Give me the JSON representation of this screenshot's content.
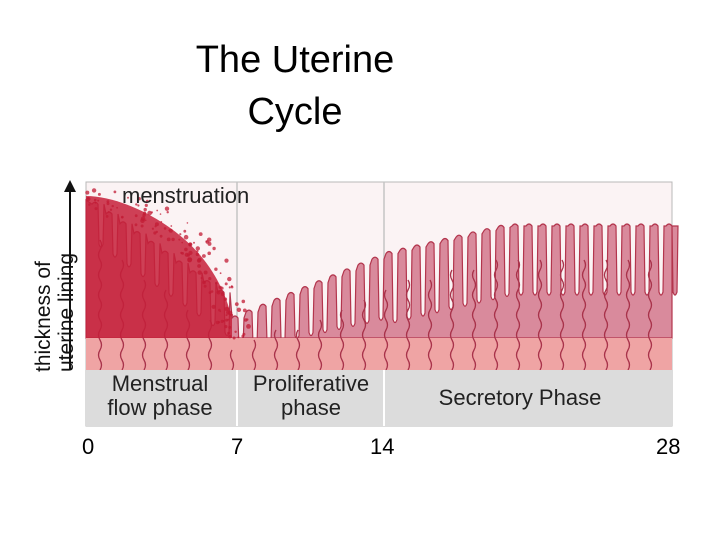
{
  "title": {
    "line1": "The Uterine",
    "line2": "Cycle"
  },
  "diagram": {
    "annotation": "menstruation",
    "y_axis_label": {
      "line1": "thickness of",
      "line2": "uterine lining"
    },
    "phases": [
      {
        "line1": "Menstrual",
        "line2": "flow phase"
      },
      {
        "line1": "Proliferative",
        "line2": "phase"
      },
      {
        "line1": "Secretory Phase"
      }
    ],
    "day_ticks": [
      "0",
      "7",
      "14",
      "28"
    ]
  }
}
